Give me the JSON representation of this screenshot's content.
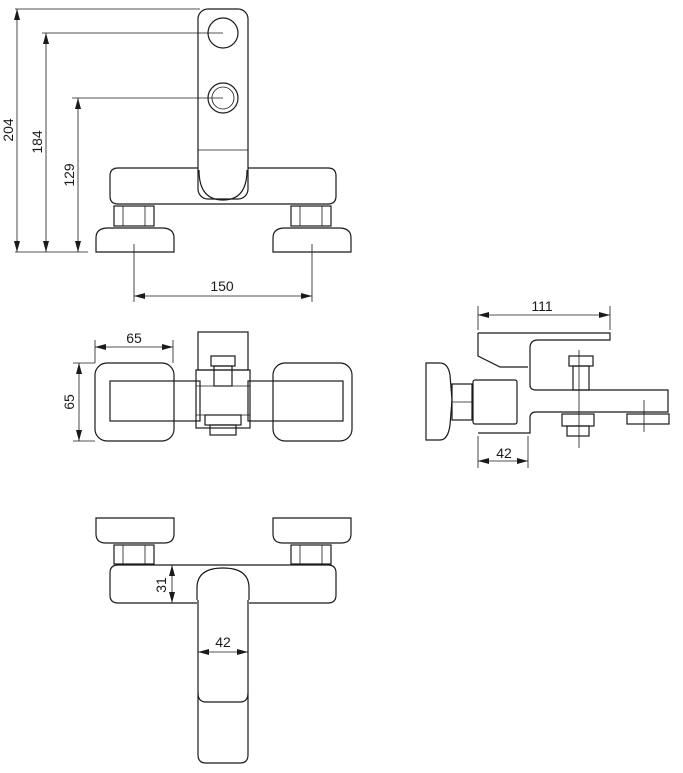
{
  "drawing": {
    "subject": "Wall-mounted bath mixer tap technical drawing",
    "line_color": "#1a1a1a",
    "background": "#ffffff"
  },
  "front_view": {
    "dimensions": {
      "total_height": "204",
      "height_to_upper_outlet": "184",
      "height_to_lower_outlet": "129",
      "inlet_centres": "150"
    }
  },
  "top_view": {
    "dimensions": {
      "escutcheon_width": "65",
      "escutcheon_depth": "65"
    }
  },
  "side_view": {
    "dimensions": {
      "projection": "111",
      "body_depth": "42"
    }
  },
  "bottom_view": {
    "dimensions": {
      "body_height": "31",
      "spout_width": "42"
    }
  }
}
